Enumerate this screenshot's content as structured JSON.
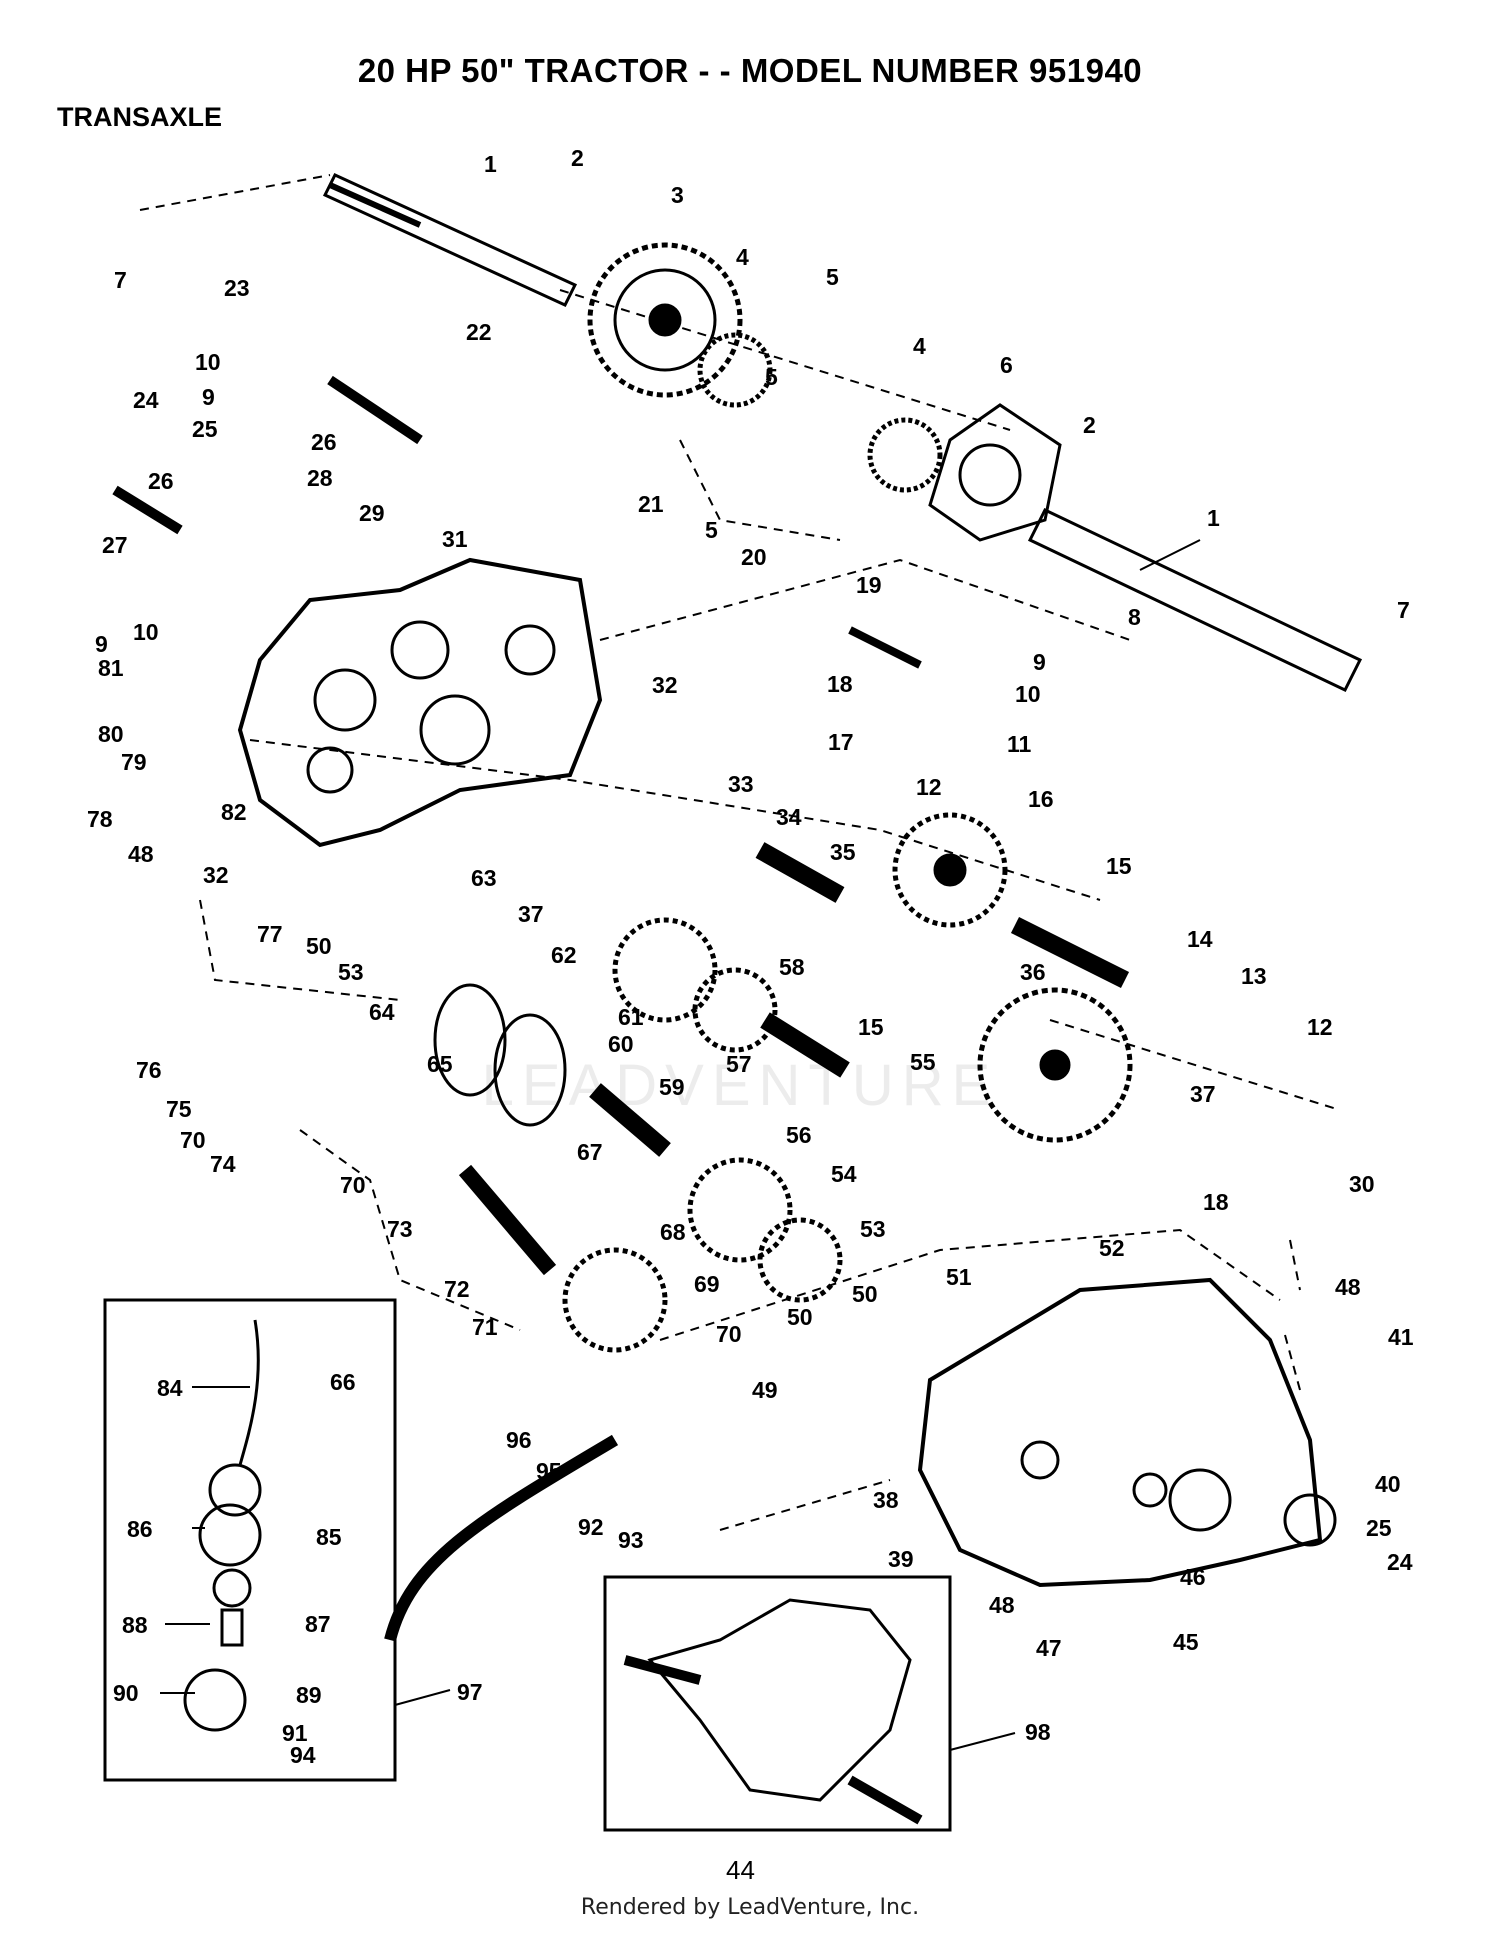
{
  "title": "20 HP 50\" TRACTOR - - MODEL NUMBER  951940",
  "section": "TRANSAXLE",
  "page_number": "44",
  "footer": "Rendered by LeadVenture, Inc.",
  "watermark": "LEADVENTURE",
  "callouts": [
    "1",
    "2",
    "3",
    "4",
    "5",
    "6",
    "7",
    "8",
    "9",
    "10",
    "11",
    "12",
    "13",
    "14",
    "15",
    "16",
    "17",
    "18",
    "19",
    "20",
    "21",
    "22",
    "23",
    "24",
    "25",
    "26",
    "27",
    "28",
    "29",
    "30",
    "31",
    "32",
    "33",
    "34",
    "35",
    "36",
    "37",
    "38",
    "39",
    "40",
    "41",
    "45",
    "46",
    "47",
    "48",
    "49",
    "50",
    "51",
    "52",
    "53",
    "54",
    "55",
    "56",
    "57",
    "58",
    "59",
    "60",
    "61",
    "62",
    "63",
    "64",
    "65",
    "66",
    "67",
    "68",
    "69",
    "70",
    "71",
    "72",
    "73",
    "74",
    "75",
    "76",
    "77",
    "78",
    "79",
    "80",
    "81",
    "82",
    "84",
    "85",
    "86",
    "87",
    "88",
    "89",
    "90",
    "91",
    "92",
    "93",
    "94",
    "95",
    "96",
    "97",
    "98"
  ]
}
